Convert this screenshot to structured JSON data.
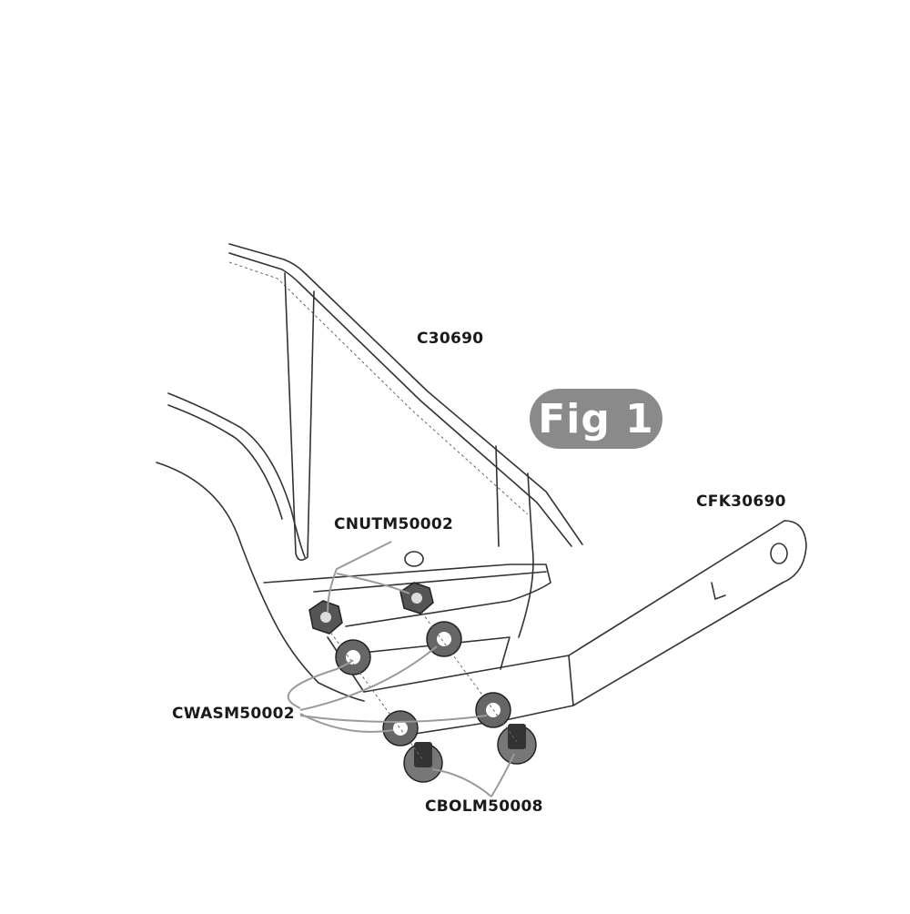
{
  "figure": {
    "badge": "Fig 1"
  },
  "labels": {
    "frame": "C30690",
    "bracket": "CFK30690",
    "nut": "CNUTM50002",
    "washer": "CWASM50002",
    "bolt": "CBOLM50008"
  },
  "colors": {
    "line": "#333333",
    "leader": "#9a9a9a",
    "badge": "#8a8a8a",
    "hardware": "#555555"
  }
}
